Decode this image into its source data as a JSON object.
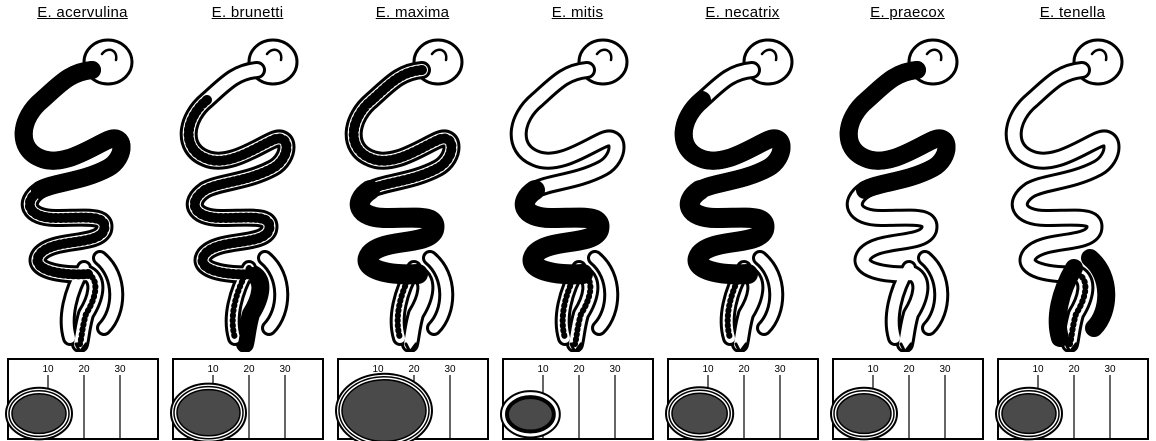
{
  "species": [
    {
      "name": "E. acervulina",
      "lesion": "upper",
      "oocyst": {
        "scale": 0.9,
        "ring": 2
      }
    },
    {
      "name": "E. brunetti",
      "lesion": "lower",
      "oocyst": {
        "scale": 1.05,
        "ring": 1
      }
    },
    {
      "name": "E. maxima",
      "lesion": "mid",
      "oocyst": {
        "scale": 1.4,
        "ring": 1
      }
    },
    {
      "name": "E. mitis",
      "lesion": "mid_stippled",
      "oocyst": {
        "scale": 0.78,
        "ring": 0
      }
    },
    {
      "name": "E. necatrix",
      "lesion": "mid_full",
      "oocyst": {
        "scale": 0.92,
        "ring": 1
      }
    },
    {
      "name": "E. praecox",
      "lesion": "upper_short",
      "oocyst": {
        "scale": 0.9,
        "ring": 1
      }
    },
    {
      "name": "E. tenella",
      "lesion": "ceca",
      "oocyst": {
        "scale": 0.9,
        "ring": 1
      }
    }
  ],
  "scale_ticks": [
    "10",
    "20",
    "30"
  ]
}
